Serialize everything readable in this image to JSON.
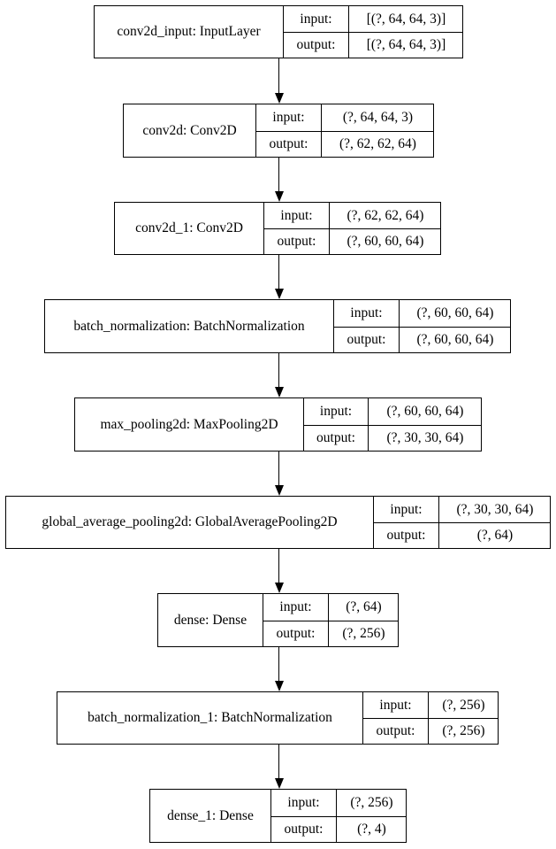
{
  "diagram": {
    "input_label": "input:",
    "output_label": "output:",
    "nodes": [
      {
        "name": "conv2d_input: InputLayer",
        "input": "[(?, 64, 64, 3)]",
        "output": "[(?, 64, 64, 3)]"
      },
      {
        "name": "conv2d: Conv2D",
        "input": "(?, 64, 64, 3)",
        "output": "(?, 62, 62, 64)"
      },
      {
        "name": "conv2d_1: Conv2D",
        "input": "(?, 62, 62, 64)",
        "output": "(?, 60, 60, 64)"
      },
      {
        "name": "batch_normalization: BatchNormalization",
        "input": "(?, 60, 60, 64)",
        "output": "(?, 60, 60, 64)"
      },
      {
        "name": "max_pooling2d: MaxPooling2D",
        "input": "(?, 60, 60, 64)",
        "output": "(?, 30, 30, 64)"
      },
      {
        "name": "global_average_pooling2d: GlobalAveragePooling2D",
        "input": "(?, 30, 30, 64)",
        "output": "(?, 64)"
      },
      {
        "name": "dense: Dense",
        "input": "(?, 64)",
        "output": "(?, 256)"
      },
      {
        "name": "batch_normalization_1: BatchNormalization",
        "input": "(?, 256)",
        "output": "(?, 256)"
      },
      {
        "name": "dense_1: Dense",
        "input": "(?, 256)",
        "output": "(?, 4)"
      }
    ]
  }
}
